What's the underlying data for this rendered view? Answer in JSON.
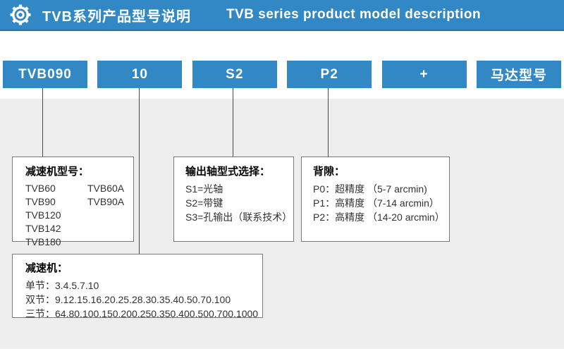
{
  "colors": {
    "accent_blue": "#3287C5",
    "header_underline": "#2b72a9",
    "panel_gray": "#EEEEEE",
    "box_border": "#7B7B7B",
    "connector_line": "#4A4A4A",
    "text_dark": "#333333"
  },
  "header": {
    "icon": "gear-icon",
    "title_zh": "TVB系列产品型号说明",
    "title_en": "TVB series product model description"
  },
  "model_segments": [
    "TVB090",
    "10",
    "S2",
    "P2",
    "+",
    "马达型号"
  ],
  "callouts": {
    "gearbox_model": {
      "title": "减速机型号：",
      "col1": [
        "TVB60",
        "TVB90",
        "TVB120",
        "TVB142",
        "TVB180"
      ],
      "col2": [
        "TVB60A",
        "TVB90A"
      ]
    },
    "output_shaft": {
      "title": "输出轴型式选择：",
      "items": [
        "S1=光轴",
        "S2=带键",
        "S3=孔输出（联系技术）"
      ]
    },
    "backlash": {
      "title": "背隙：",
      "items": [
        "P0：超精度 （5-7 arcmin)",
        "P1：高精度 （7-14 arcmin）",
        "P2：高精度 （14-20 arcmin）"
      ]
    },
    "reducer_ratios": {
      "title": "减速机：",
      "items": [
        "单节：3.4.5.7.10",
        "双节：9.12.15.16.20.25.28.30.35.40.50.70.100",
        "三节：64.80.100.150.200.250.350.400.500.700.1000"
      ]
    }
  }
}
